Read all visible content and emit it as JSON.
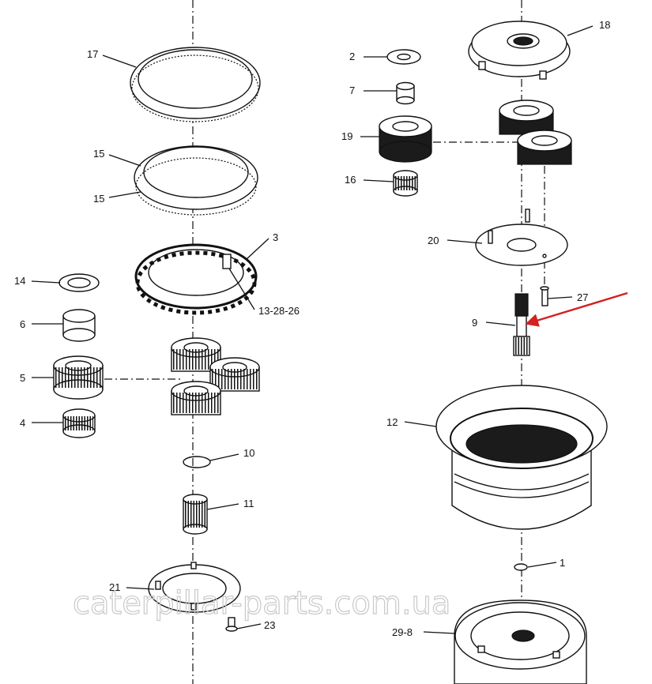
{
  "watermark": "caterpillar-parts.com.ua",
  "callouts": {
    "c17": "17",
    "c15a": "15",
    "c15b": "15",
    "c3": "3",
    "c13": "13-28-26",
    "c14": "14",
    "c6": "6",
    "c5": "5",
    "c4": "4",
    "c10": "10",
    "c11": "11",
    "c21": "21",
    "c23": "23",
    "c2": "2",
    "c7": "7",
    "c19": "19",
    "c16": "16",
    "c18": "18",
    "c20": "20",
    "c27": "27",
    "c9": "9",
    "c12": "12",
    "c1": "1",
    "c29": "29-8"
  },
  "colors": {
    "line": "#111111",
    "highlight_arrow": "#d42020",
    "watermark": "#c9c9c9"
  }
}
